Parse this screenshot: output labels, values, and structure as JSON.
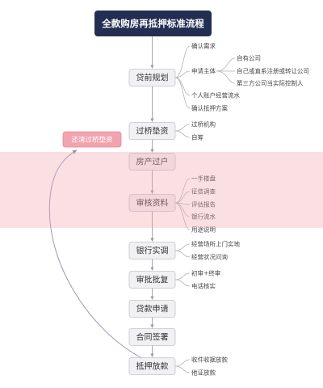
{
  "diagram": {
    "title": "全款购房再抵押标准流程",
    "steps": [
      {
        "label": "贷前规划",
        "branches": [
          {
            "label": "确认需求"
          },
          {
            "label": "申请主体",
            "branches": [
              {
                "label": "自有公司"
              },
              {
                "label": "自己或直系注册或转让公司"
              },
              {
                "label": "第三方公司当实际控制人"
              }
            ]
          },
          {
            "label": "个人账户经营流水"
          },
          {
            "label": "确认抵押方案"
          }
        ]
      },
      {
        "label": "过桥垫资",
        "branches": [
          {
            "label": "过桥机构"
          },
          {
            "label": "自筹"
          }
        ]
      },
      {
        "label": "房产过户",
        "branches": []
      },
      {
        "label": "审核资料",
        "branches": [
          {
            "label": "一手楼盘"
          },
          {
            "label": "征信调查"
          },
          {
            "label": "评估报告"
          },
          {
            "label": "银行流水"
          },
          {
            "label": "用途说明"
          }
        ]
      },
      {
        "label": "银行实调",
        "branches": [
          {
            "label": "经营场所上门实地"
          },
          {
            "label": "经营状况问询"
          }
        ]
      },
      {
        "label": "审批批复",
        "branches": [
          {
            "label": "初审+终审"
          },
          {
            "label": "电话核实"
          }
        ]
      },
      {
        "label": "贷款申请",
        "branches": []
      },
      {
        "label": "合同签署",
        "branches": []
      },
      {
        "label": "抵押放款",
        "branches": [
          {
            "label": "收件收据放款"
          },
          {
            "label": "他证放款"
          }
        ]
      }
    ],
    "relationship": {
      "label": "还清过桥垫资"
    }
  },
  "colors": {
    "title_bg": "#232f52",
    "node_bg": "#f1f1f3",
    "node_border": "#c4c4ca",
    "relationship_label_bg": "#f2a3b0",
    "relationship_label_border": "#e48a9b",
    "relationship_line": "#938db0",
    "watermark_band": "#f0a3b0"
  }
}
